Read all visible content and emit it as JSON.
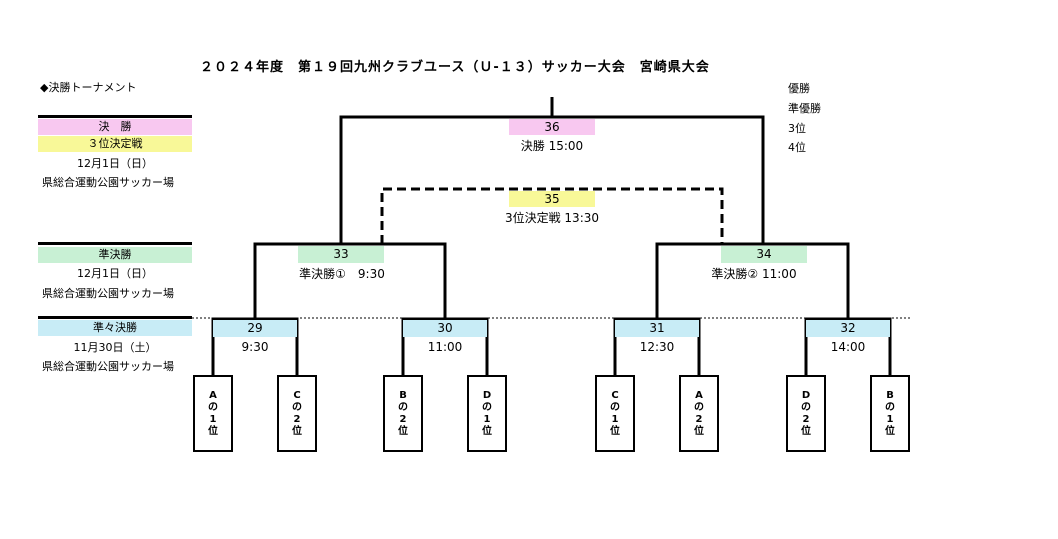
{
  "header": {
    "title": "２０２４年度　第１９回九州クラブユース（Ｕ-１３）サッカー大会　宮崎県大会",
    "subtitle": "◆決勝トーナメント"
  },
  "results": [
    "優勝",
    "準優勝",
    "3位",
    "4位"
  ],
  "rounds": {
    "final": {
      "name": "決　勝",
      "third_name": "３位決定戦",
      "date": "12月1日（日）",
      "venue": "県総合運動公園サッカー場"
    },
    "semi": {
      "name": "準決勝",
      "date": "12月1日（日）",
      "venue": "県総合運動公園サッカー場"
    },
    "quarter": {
      "name": "準々決勝",
      "date": "11月30日（土）",
      "venue": "県総合運動公園サッカー場"
    }
  },
  "matches": {
    "m36": {
      "number": "36",
      "label": "決勝 15:00"
    },
    "m35": {
      "number": "35",
      "label": "3位決定戦 13:30"
    },
    "m33": {
      "number": "33",
      "label": "準決勝①　9:30"
    },
    "m34": {
      "number": "34",
      "label": "準決勝② 11:00"
    },
    "m29": {
      "number": "29",
      "time": "9:30"
    },
    "m30": {
      "number": "30",
      "time": "11:00"
    },
    "m31": {
      "number": "31",
      "time": "12:30"
    },
    "m32": {
      "number": "32",
      "time": "14:00"
    }
  },
  "seeds": [
    [
      "A",
      "の",
      "1",
      "位"
    ],
    [
      "C",
      "の",
      "2",
      "位"
    ],
    [
      "B",
      "の",
      "2",
      "位"
    ],
    [
      "D",
      "の",
      "1",
      "位"
    ],
    [
      "C",
      "の",
      "1",
      "位"
    ],
    [
      "A",
      "の",
      "2",
      "位"
    ],
    [
      "D",
      "の",
      "2",
      "位"
    ],
    [
      "B",
      "の",
      "1",
      "位"
    ]
  ],
  "colors": {
    "final": "#f8c8f0",
    "third": "#f8f898",
    "semi": "#c8f0d4",
    "quarter": "#c8ecf6",
    "line": "#000000"
  }
}
